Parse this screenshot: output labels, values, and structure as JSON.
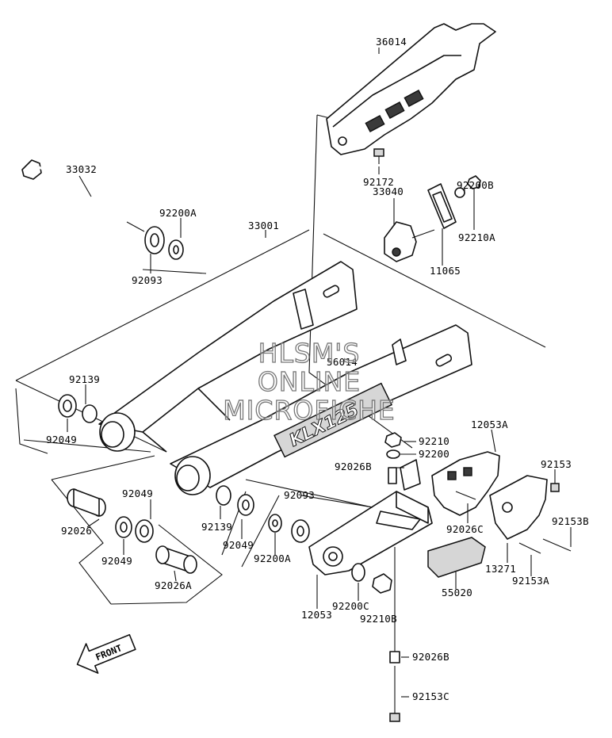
{
  "watermark": {
    "line1": "HLSM'S",
    "line2": "ONLINE",
    "line3": "MICROFICHE"
  },
  "front_label": "FRONT",
  "callouts": [
    "36014",
    "92172",
    "33032",
    "92200A",
    "92093",
    "33040",
    "92200B",
    "92210A",
    "11065",
    "33001",
    "56014",
    "92139",
    "92049",
    "12053A",
    "92210",
    "92200",
    "92026B",
    "92153",
    "92026",
    "92049",
    "92139",
    "92093",
    "92049",
    "92200A",
    "92026C",
    "92153B",
    "13271",
    "92153A",
    "92049",
    "92026A",
    "55020",
    "12053",
    "92200C",
    "92210B",
    "92026B",
    "92153C"
  ]
}
